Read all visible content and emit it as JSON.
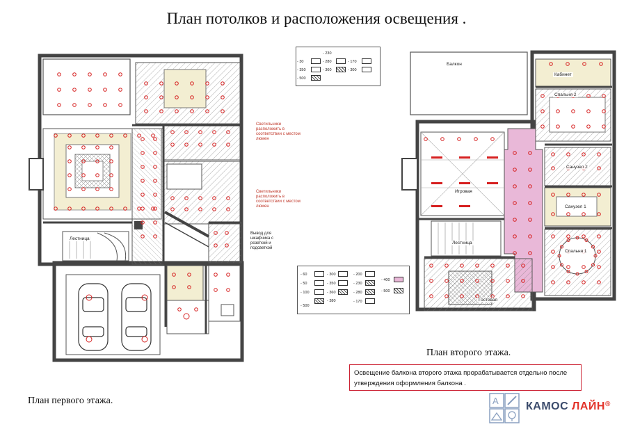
{
  "title": "План потолков и расположения освещения .",
  "plans": {
    "first_floor_label": "План первого этажа.",
    "second_floor_label": "План второго этажа."
  },
  "note": {
    "line1": "Освещение балкона  второго этажа прорабатывается отдельно после",
    "line2": "утверждения оформления балкона  ."
  },
  "annotations": {
    "a1": "Светильники расположить в соответствии с местом люмен",
    "a2": "Светильники расположить в соответствии с местом люмен",
    "a3": "Вывод для шкафчика с розеткой и подсветкой"
  },
  "rooms": {
    "stair1": "Лестница",
    "stair2": "Лестница",
    "balcony": "Балкон",
    "office": "Кабинет",
    "bedroom2": "Спальня 2",
    "bath2": "Санузел 2",
    "bath1": "Санузел 1",
    "bedroom1": "Спальня 1",
    "playroom": "Игровая",
    "guest": "Гостевая"
  },
  "legend_top": {
    "col1": [
      "- 30",
      "- 350",
      "- 500"
    ],
    "col2": [
      "- 230",
      "- 280",
      "- 360"
    ],
    "col3": [
      "- 170",
      "- 300"
    ]
  },
  "legend_bottom": {
    "col1": [
      "- 60",
      "- 50",
      "- 100",
      "- 500"
    ],
    "col2": [
      "- 300",
      "- 350",
      "- 360",
      "- 380"
    ],
    "col3": [
      "- 200",
      "- 230",
      "- 280",
      "- 170"
    ],
    "col4": [
      "- 400",
      "- 500"
    ]
  },
  "logo": {
    "name_part1": "КАМОС",
    "name_part2": "ЛАЙН",
    "mark": "®"
  },
  "colors": {
    "accent_red": "#e2342b",
    "logo_blue": "#3a4a6b",
    "lamp_red": "#d62020",
    "pink_corridor": "#e9b8d8",
    "cream_room": "#f3eed2",
    "wall": "#555555"
  }
}
